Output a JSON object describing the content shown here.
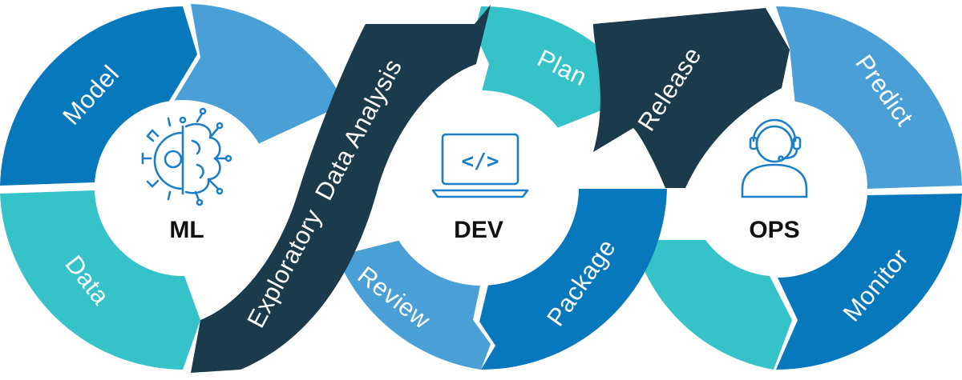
{
  "colors": {
    "dark_blue": "#0878bd",
    "mid_blue": "#4a9fd6",
    "teal": "#35c3c9",
    "navy": "#1b3a4b",
    "icon": "#1c7fc5"
  },
  "rings": {
    "ml": {
      "center_label": "ML",
      "icon": "gear-brain-icon",
      "segments": {
        "model": "Model",
        "data": "Data"
      }
    },
    "dev": {
      "center_label": "DEV",
      "icon": "laptop-code-icon",
      "code_glyph": "</>",
      "segments": {
        "plan": "Plan",
        "review": "Review",
        "package": "Package"
      }
    },
    "ops": {
      "center_label": "OPS",
      "icon": "headset-user-icon",
      "segments": {
        "predict": "Predict",
        "monitor": "Monitor"
      }
    }
  },
  "bands": {
    "eda": "Exploratory  Data Analysis",
    "release": "Release"
  }
}
